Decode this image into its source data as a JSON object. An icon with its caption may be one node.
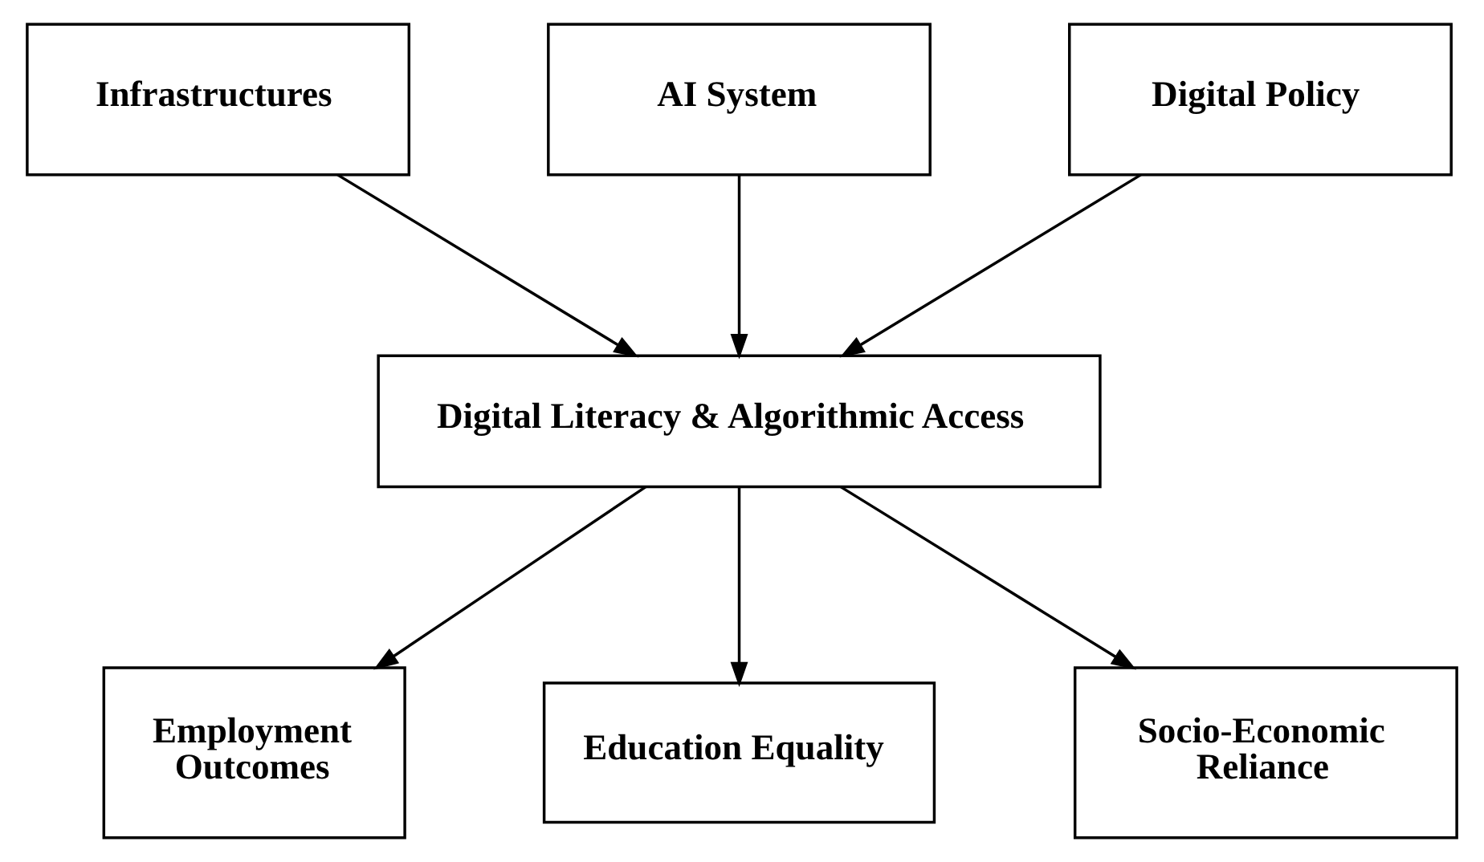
{
  "diagram": {
    "nodes": [
      {
        "text": [
          "Infrastructures"
        ]
      },
      {
        "text": [
          "AI System"
        ]
      },
      {
        "text": [
          "Digital Policy"
        ]
      },
      {
        "text": [
          "Digital Literacy & Algorithmic Access"
        ]
      },
      {
        "text": [
          "Employment Outcomes"
        ]
      },
      {
        "text": [
          "Education Equality"
        ]
      },
      {
        "text": [
          "Socio-Economic Reliance"
        ]
      }
    ],
    "edges": [
      {
        "from": 0,
        "to": 3,
        "arrow": "to"
      },
      {
        "from": 1,
        "to": 3,
        "arrow": "to"
      },
      {
        "from": 2,
        "to": 3,
        "arrow": "to"
      },
      {
        "from": 3,
        "to": 4,
        "arrow": "to"
      },
      {
        "from": 3,
        "to": 5,
        "arrow": "to"
      },
      {
        "from": 3,
        "to": 6,
        "arrow": "to"
      }
    ]
  }
}
